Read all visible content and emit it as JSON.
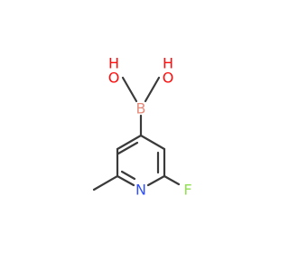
{
  "molecule": {
    "labels": {
      "oh_left_o": "O",
      "oh_left_h": "H",
      "oh_right_o": "O",
      "oh_right_h": "H",
      "boron": "B",
      "nitrogen": "N",
      "fluorine": "F"
    },
    "colors": {
      "oxygen": "#ff0d0d",
      "boron": "#e58a7a",
      "nitrogen": "#3050f8",
      "fluorine": "#90e050",
      "bond": "#3a3a3a"
    }
  }
}
